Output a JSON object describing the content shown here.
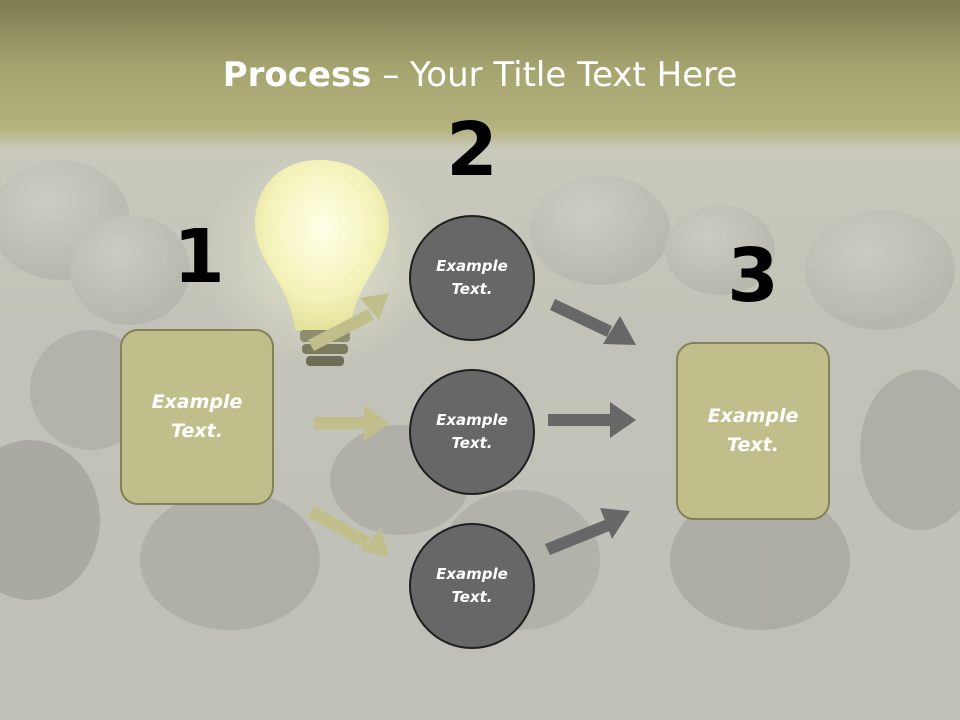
{
  "slide": {
    "title_bold": "Process",
    "title_rest": " – Your Title Text Here",
    "step_numbers": [
      "1",
      "2",
      "3"
    ],
    "left_box": "Example\nText.",
    "right_box": "Example\nText.",
    "circles": [
      "Example\nText.",
      "Example\nText.",
      "Example\nText."
    ]
  },
  "colors": {
    "box_fill": "#c0bf8b",
    "circle_fill": "#676767",
    "arrow_left": "#c0bf8b",
    "arrow_right": "#676767"
  }
}
